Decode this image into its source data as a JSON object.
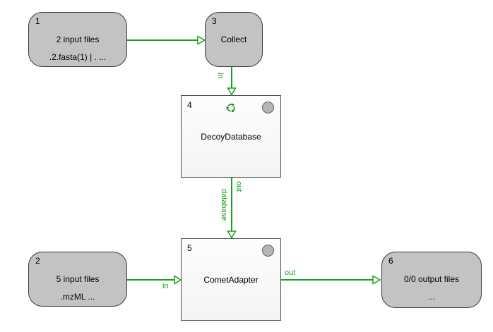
{
  "diagram": {
    "type": "workflow-pipeline",
    "colors": {
      "edge_green": "#1aa01a",
      "edge_label_green": "#17a017",
      "input_node_gray": "#c3c3c3",
      "tool_node_white": "#fcfcfc",
      "recycle_green": "#2e8b2e",
      "status_circle_gray": "#b5b5b5",
      "background": "#ffffff"
    },
    "nodes": {
      "n1": {
        "number": "1",
        "title": "2 input files",
        "subtitle": ".2.fasta(1) | . ..."
      },
      "n2": {
        "number": "2",
        "title": "5 input files",
        "subtitle": ".mzML ..."
      },
      "n3": {
        "number": "3",
        "title": "Collect"
      },
      "n4": {
        "number": "4",
        "title": "DecoyDatabase",
        "icons": [
          "recycle-icon",
          "status-circle"
        ]
      },
      "n5": {
        "number": "5",
        "title": "CometAdapter",
        "icons": [
          "status-circle"
        ]
      },
      "n6": {
        "number": "6",
        "title": "0/0 output files",
        "subtitle": "..."
      }
    },
    "edges": {
      "input1_to_collect": {
        "from": "1",
        "to": "3",
        "label": ""
      },
      "collect_to_decoy": {
        "from": "3",
        "to": "4",
        "label": "in"
      },
      "decoy_to_comet": {
        "from": "4",
        "to": "5",
        "label_out": "out",
        "label_in": "database"
      },
      "input2_to_comet": {
        "from": "2",
        "to": "5",
        "label": "in"
      },
      "comet_to_output": {
        "from": "5",
        "to": "6",
        "label": "out"
      }
    }
  }
}
